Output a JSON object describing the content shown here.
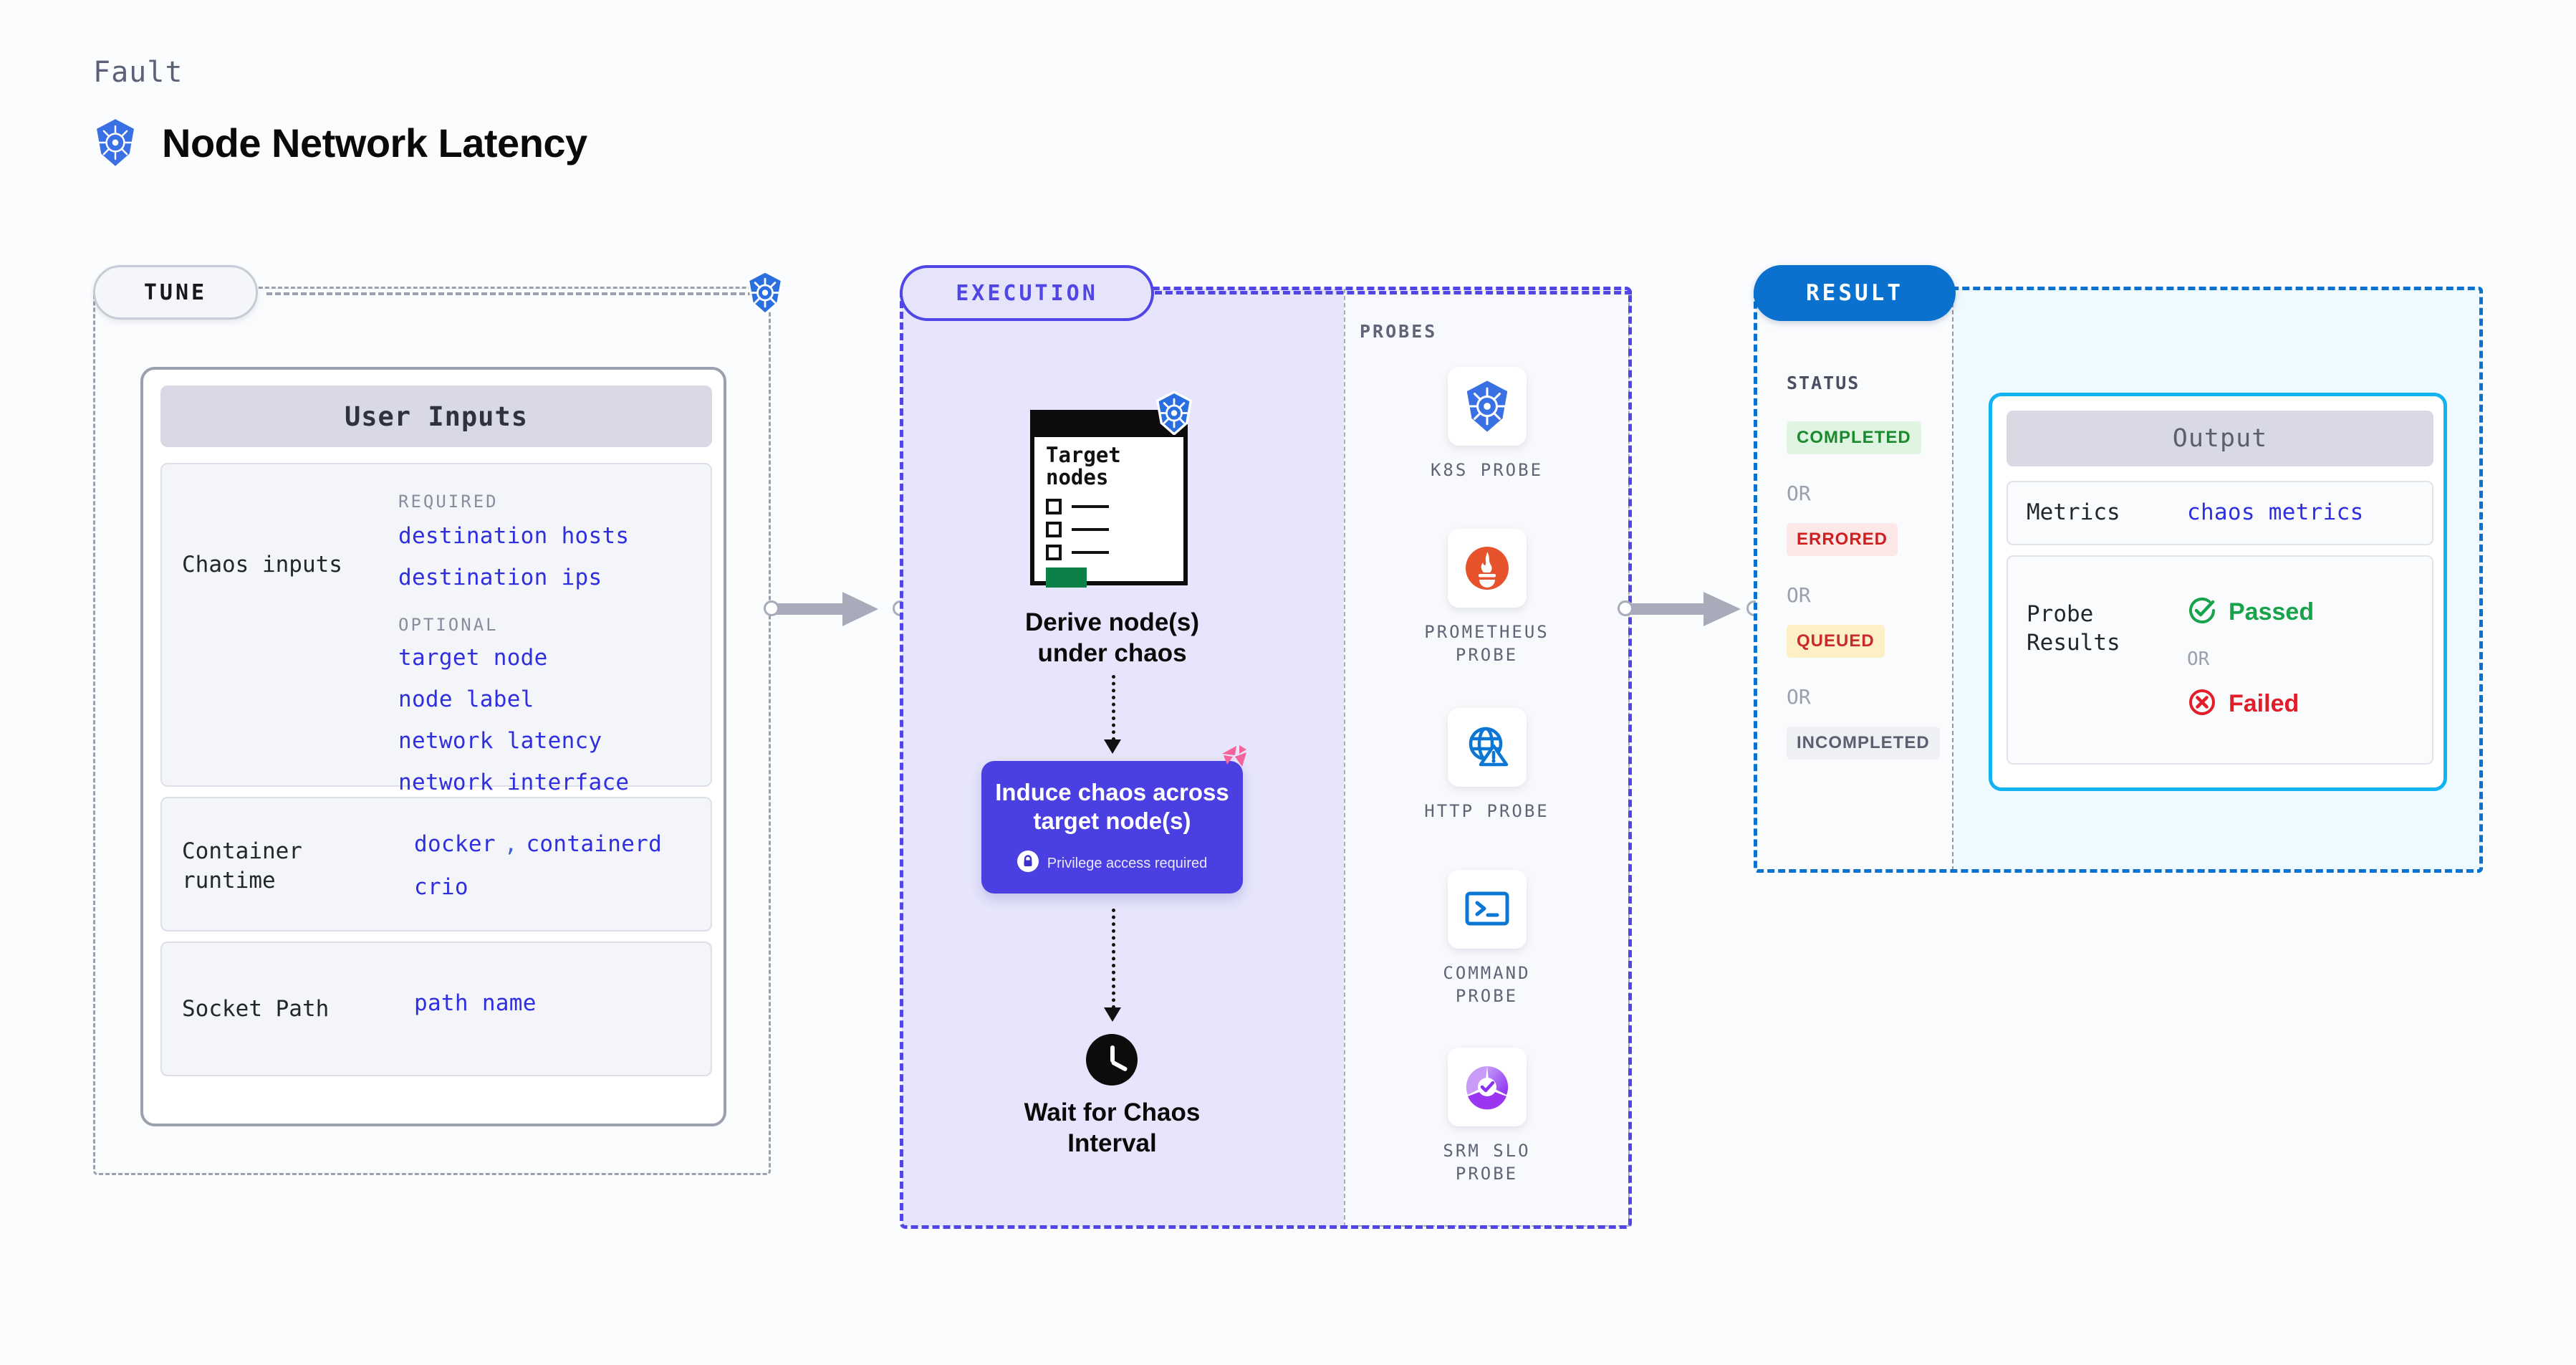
{
  "header": {
    "eyebrow": "Fault",
    "title": "Node Network Latency",
    "logo_icon": "kubernetes-icon"
  },
  "colors": {
    "tune_border": "#9aa0ad",
    "execution_accent": "#4f46e5",
    "result_accent": "#0a72ce",
    "chaos_box": "#4a3fe0",
    "mono_link": "#2f2fe0",
    "output_border": "#11b3f0",
    "passed": "#16a34a",
    "failed": "#e11d28"
  },
  "tune": {
    "pill_label": "TUNE",
    "card_title": "User Inputs",
    "chaos_inputs": {
      "label": "Chaos inputs",
      "required_heading": "REQUIRED",
      "required": [
        "destination hosts",
        "destination ips"
      ],
      "optional_heading": "OPTIONAL",
      "optional": [
        "target node",
        "node label",
        "network latency",
        "network interface"
      ]
    },
    "container_runtime": {
      "label": "Container runtime",
      "values_line1": [
        "docker",
        "containerd"
      ],
      "separator": ",",
      "values_line2": [
        "crio"
      ]
    },
    "socket_path": {
      "label": "Socket Path",
      "value": "path name"
    }
  },
  "execution": {
    "pill_label": "EXECUTION",
    "step1": {
      "card_title": "Target nodes",
      "caption": "Derive node(s) under chaos",
      "badge_icon": "kubernetes-icon"
    },
    "step2": {
      "title": "Induce chaos across target node(s)",
      "privilege_note": "Privilege access required",
      "lock_icon": "lock-icon",
      "corner_logo_icon": "litmus-logo-icon"
    },
    "step3": {
      "caption": "Wait for Chaos Interval",
      "icon": "clock-icon"
    },
    "probes": {
      "heading": "PROBES",
      "items": [
        {
          "label": "K8S PROBE",
          "icon": "kubernetes-icon"
        },
        {
          "label": "PROMETHEUS\nPROBE",
          "icon": "prometheus-icon"
        },
        {
          "label": "HTTP PROBE",
          "icon": "globe-warning-icon"
        },
        {
          "label": "COMMAND\nPROBE",
          "icon": "terminal-icon"
        },
        {
          "label": "SRM SLO\nPROBE",
          "icon": "srm-slo-icon"
        }
      ]
    }
  },
  "result": {
    "pill_label": "RESULT",
    "status_heading": "STATUS",
    "or_label": "OR",
    "statuses": [
      {
        "label": "COMPLETED",
        "bg": "#dff5e1",
        "fg": "#1b8a2e"
      },
      {
        "label": "ERRORED",
        "bg": "#fde8e8",
        "fg": "#cf2020"
      },
      {
        "label": "QUEUED",
        "bg": "#fdefc6",
        "fg": "#c92a2a"
      },
      {
        "label": "INCOMPLETED",
        "bg": "#eef0f4",
        "fg": "#5a6070"
      }
    ],
    "output": {
      "title": "Output",
      "metrics": {
        "label": "Metrics",
        "value": "chaos metrics"
      },
      "probe_results": {
        "label": "Probe Results",
        "passed": "Passed",
        "failed": "Failed",
        "or_label": "OR",
        "passed_icon": "check-circle-icon",
        "failed_icon": "x-circle-icon"
      }
    }
  }
}
